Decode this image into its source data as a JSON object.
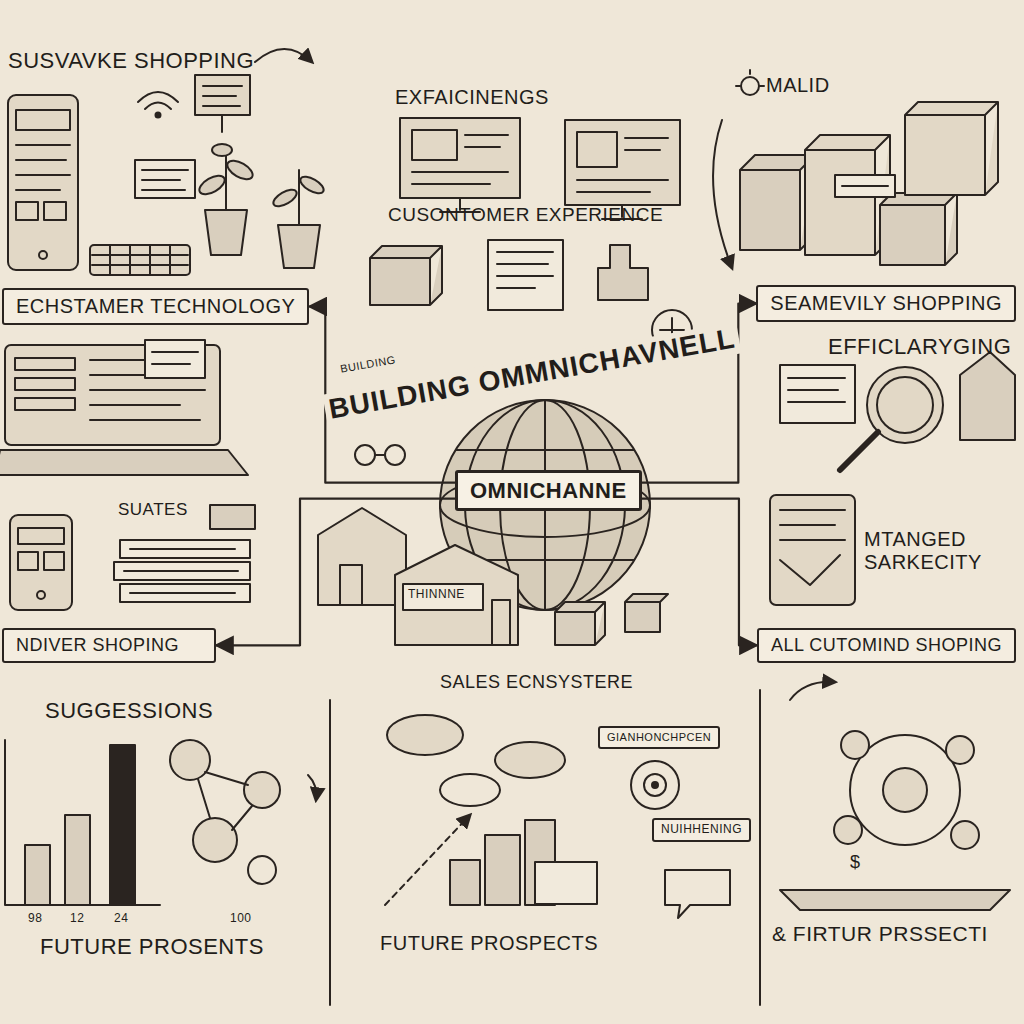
{
  "diagram": {
    "title": "BUILDING OMMNICHAVNELL",
    "nodes": [
      {
        "text": [
          "ECHSTAMER TECHNOLOGY"
        ]
      },
      {
        "text": [
          "SEAMEVILY SHOPPING"
        ]
      },
      {
        "text": [
          "OMNICHANNE"
        ]
      },
      {
        "text": [
          "NDIVER SHOPING"
        ]
      },
      {
        "text": [
          "ALL CUTOMIND SHOPING"
        ]
      },
      {
        "text": [
          "GIANHONCHPCEN"
        ]
      },
      {
        "text": [
          "NUIHHENING"
        ]
      }
    ],
    "edges": [
      {
        "from": 2,
        "to": 0,
        "arrow": "to"
      },
      {
        "from": 2,
        "to": 1,
        "arrow": "to"
      },
      {
        "from": 2,
        "to": 3,
        "arrow": "to"
      },
      {
        "from": 2,
        "to": 4,
        "arrow": "to"
      }
    ],
    "labels": [
      "SUSVAVKE SHOPPING",
      "EXFAICINENGS",
      "MALID",
      "CUSONTOMER EXPERIENCE",
      "EFFICLARYGING",
      "BUILDING",
      "SUATES",
      "MTANGED SARKECITY",
      "THINNNE",
      "SALES ECNSYSTERE",
      "SUGGESSIONS",
      "$",
      "98",
      "12",
      "24",
      "100",
      "FUTURE PROSENTS",
      "FUTURE PROSPECTS",
      "& FIRTUR PRSSECTI"
    ]
  }
}
